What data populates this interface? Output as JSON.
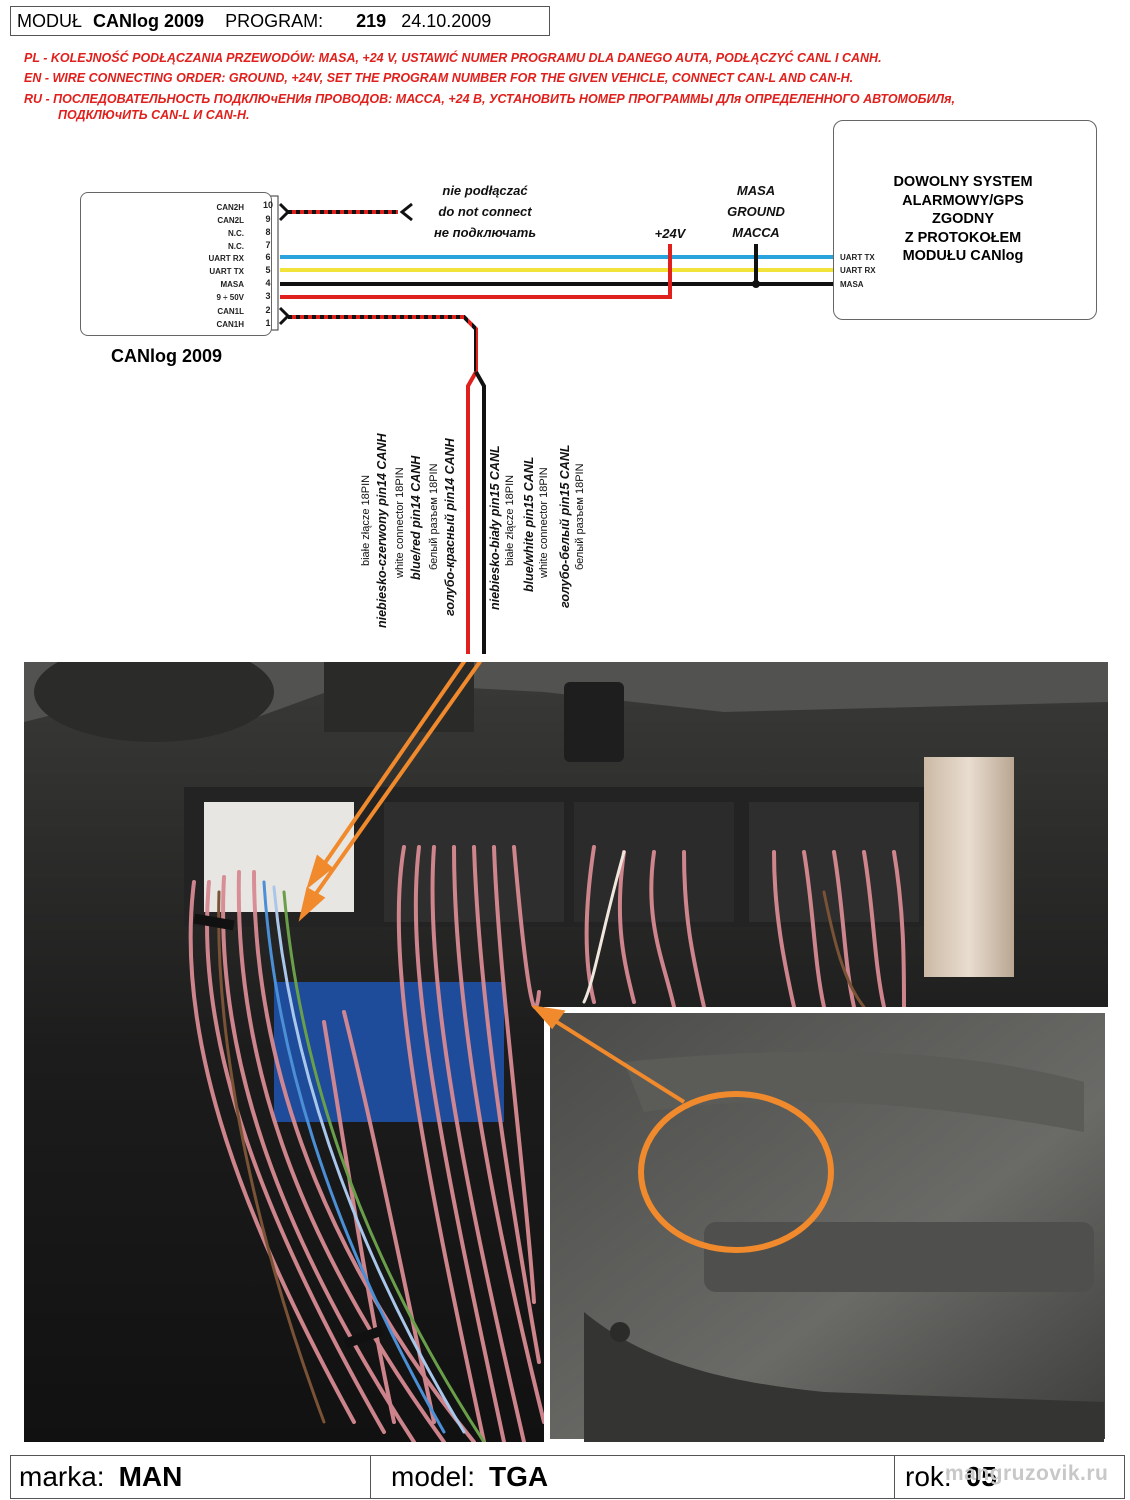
{
  "header": {
    "prefix": "MODUŁ",
    "product": "CANlog 2009",
    "program_label": "PROGRAM:",
    "program_number": "219",
    "date": "24.10.2009"
  },
  "instructions": [
    "PL - KOLEJNOŚĆ PODŁĄCZANIA PRZEWODÓW: MASA, +24 V, USTAWIĆ NUMER PROGRAMU DLA DANEGO AUTA, PODŁĄCZYĆ CANL I CANH.",
    "EN - WIRE CONNECTING ORDER: GROUND, +24V, SET THE PROGRAM NUMBER FOR THE GIVEN VEHICLE, CONNECT CAN-L AND CAN-H.",
    "RU - ПОСЛЕДОВАТЕЛЬНОСТЬ ПОДКЛЮчЕНИя ПРОВОДОВ: МАССА, +24 В, УСТАНОВИТЬ НОМЕР ПРОГРАММЫ ДЛя ОПРЕДЕЛЕННОГО АВТОМОБИЛя,",
    "ПОДКЛЮчИТЬ CAN-L И CAN-H."
  ],
  "module": {
    "name": "CANlog 2009",
    "pins": [
      {
        "label": "CAN2H",
        "num": "10"
      },
      {
        "label": "CAN2L",
        "num": "9"
      },
      {
        "label": "N.C.",
        "num": "8"
      },
      {
        "label": "N.C.",
        "num": "7"
      },
      {
        "label": "UART RX",
        "num": "6"
      },
      {
        "label": "UART TX",
        "num": "5"
      },
      {
        "label": "MASA",
        "num": "4"
      },
      {
        "label": "9 ÷ 50V",
        "num": "3"
      },
      {
        "label": "CAN1L",
        "num": "2"
      },
      {
        "label": "CAN1H",
        "num": "1"
      }
    ]
  },
  "no_connect": [
    "nie podłączać",
    "do not connect",
    "не подключать"
  ],
  "power_label": "+24V",
  "ground_label": [
    "MASA",
    "GROUND",
    "МАССА"
  ],
  "target": {
    "title": "DOWOLNY SYSTEM\nALARMOWY/GPS\nZGODNY\nZ PROTOKOŁEM\nMODUŁU CANlog",
    "pins": [
      "UART TX",
      "UART RX",
      "MASA"
    ]
  },
  "wire_notes": {
    "canh": [
      "białe złącze 18PIN",
      "niebiesko-czerwony pin14 CANH",
      "white connector 18PIN",
      "blue/red pin14 CANH",
      "белый разъем 18PIN",
      "голубо-красный pin14 CANH"
    ],
    "canl": [
      "niebiesko-biały pin15 CANL",
      "białe złącze 18PIN",
      "blue/white pin15 CANL",
      "white connector 18PIN",
      "голубо-белый pin15 CANL",
      "белый разъем 18PIN"
    ]
  },
  "footer": {
    "brand_label": "marka:",
    "brand": "MAN",
    "model_label": "model:",
    "model": "TGA",
    "year_label": "rok:",
    "year": "05",
    "watermark": "mangruzovik.ru"
  },
  "colors": {
    "red": "#e0201c",
    "blue": "#2aa3dc",
    "yellow": "#f2e33a",
    "black": "#111111",
    "orange_marker": "#f08a2c",
    "wire_pink": "#d88a92"
  }
}
